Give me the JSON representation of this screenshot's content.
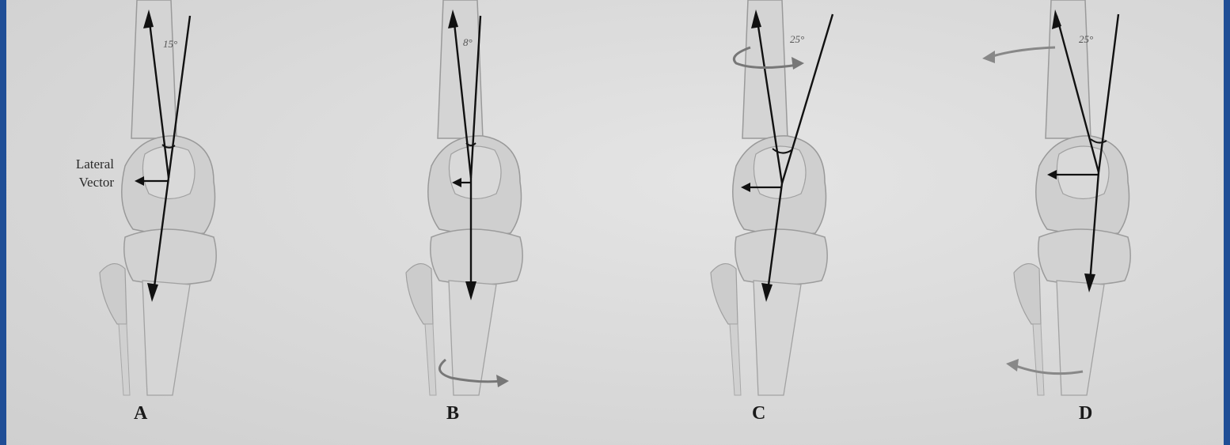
{
  "callout": {
    "line1": "Lateral",
    "line2": "Vector"
  },
  "panels": [
    {
      "letter": "A",
      "angle": "15°"
    },
    {
      "letter": "B",
      "angle": "8°"
    },
    {
      "letter": "C",
      "angle": "25°"
    },
    {
      "letter": "D",
      "angle": "25°"
    }
  ],
  "colors": {
    "frame": "#1f4e96",
    "paper": "#dcdcdc",
    "ink": "#111111"
  }
}
